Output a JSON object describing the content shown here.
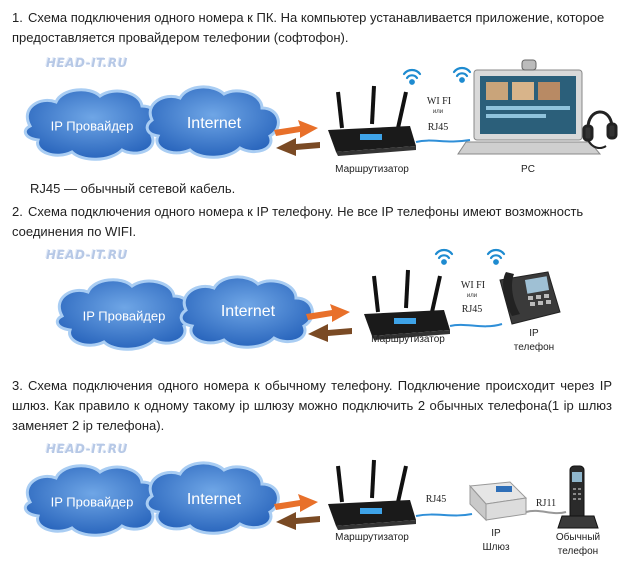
{
  "paragraphs": [
    {
      "num": "1.",
      "text": "Схема подключения одного номера к ПК. На компьютер устанавливается приложение, которое предоставляется провайдером телефонии (софтофон)."
    },
    {
      "num": "2.",
      "text": "Схема подключения одного номера к IP телефону.  Не все IP телефоны имеют возможность соединения по WIFI."
    },
    {
      "num": "3.",
      "text": "Схема подключения одного номера к обычному телефону. Подключение происходит через IP шлюз.  Как правило к одному такому ip шлюзу можно подключить 2 обычных телефона(1 ip шлюз заменяет 2 ip телефона)."
    }
  ],
  "note": "RJ45 — обычный сетевой кабель.",
  "watermark": "HEAD-IT.RU",
  "clouds": {
    "provider": "IP Провайдер",
    "internet": "Internet"
  },
  "devices": {
    "router": "Маршрутизатор",
    "pc": "PC",
    "ip_phone": [
      "IP",
      "телефон"
    ],
    "gateway": [
      "IP",
      "Шлюз"
    ],
    "phone": [
      "Обычный",
      "телефон"
    ]
  },
  "connections": {
    "wifi": "WI FI",
    "or": "или",
    "rj45": "RJ45",
    "rj11": "RJ11"
  },
  "colors": {
    "cloud_fill": "#3f7fd3",
    "cloud_light": "#b9d8f6",
    "arrow_orange": "#e8702a",
    "arrow_brown": "#7a4a24",
    "wifi": "#1e8bd0",
    "cable": "#2f8fd8"
  }
}
